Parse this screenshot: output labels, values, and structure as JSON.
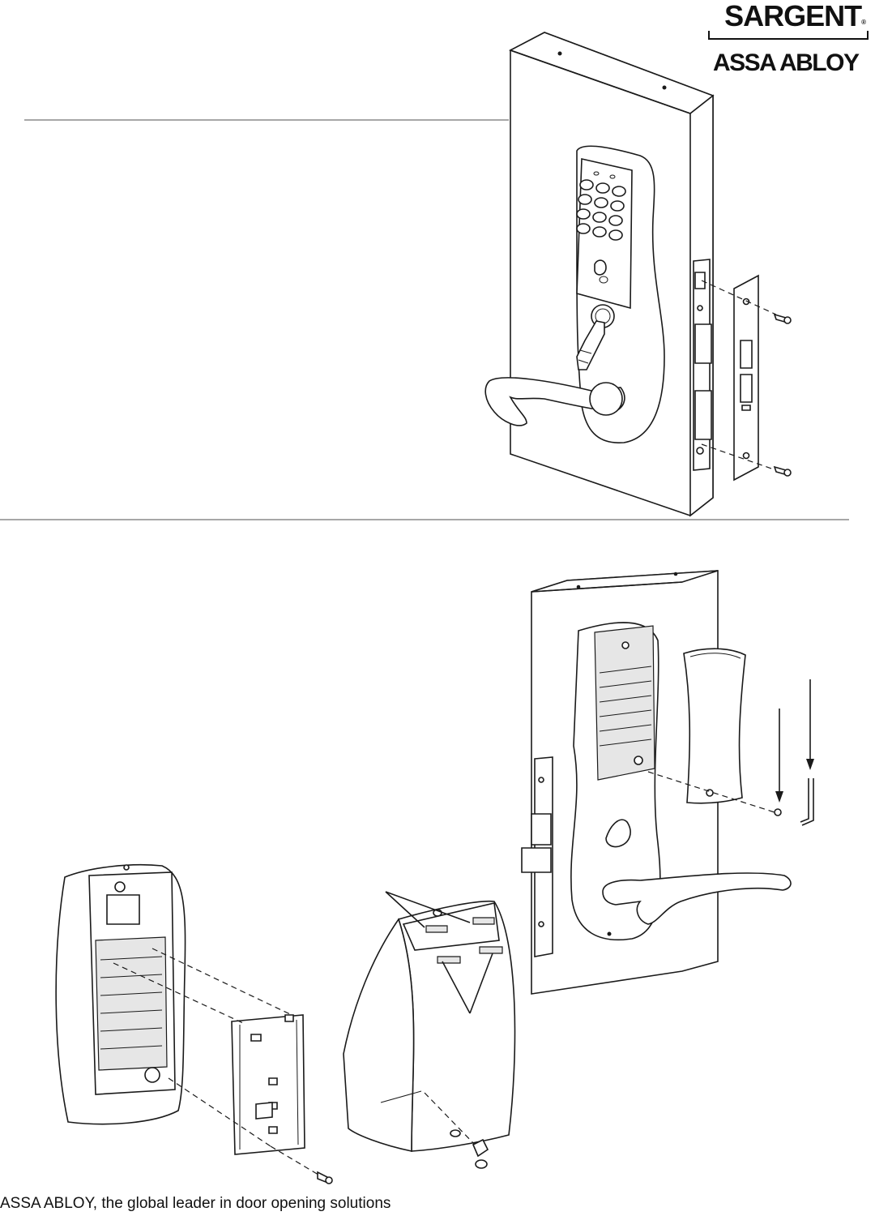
{
  "brand": {
    "name": "SARGENT",
    "registered_mark": "®",
    "parent": "ASSA ABLOY"
  },
  "footer": {
    "tagline": "ASSA ABLOY, the global leader in door opening solutions"
  }
}
